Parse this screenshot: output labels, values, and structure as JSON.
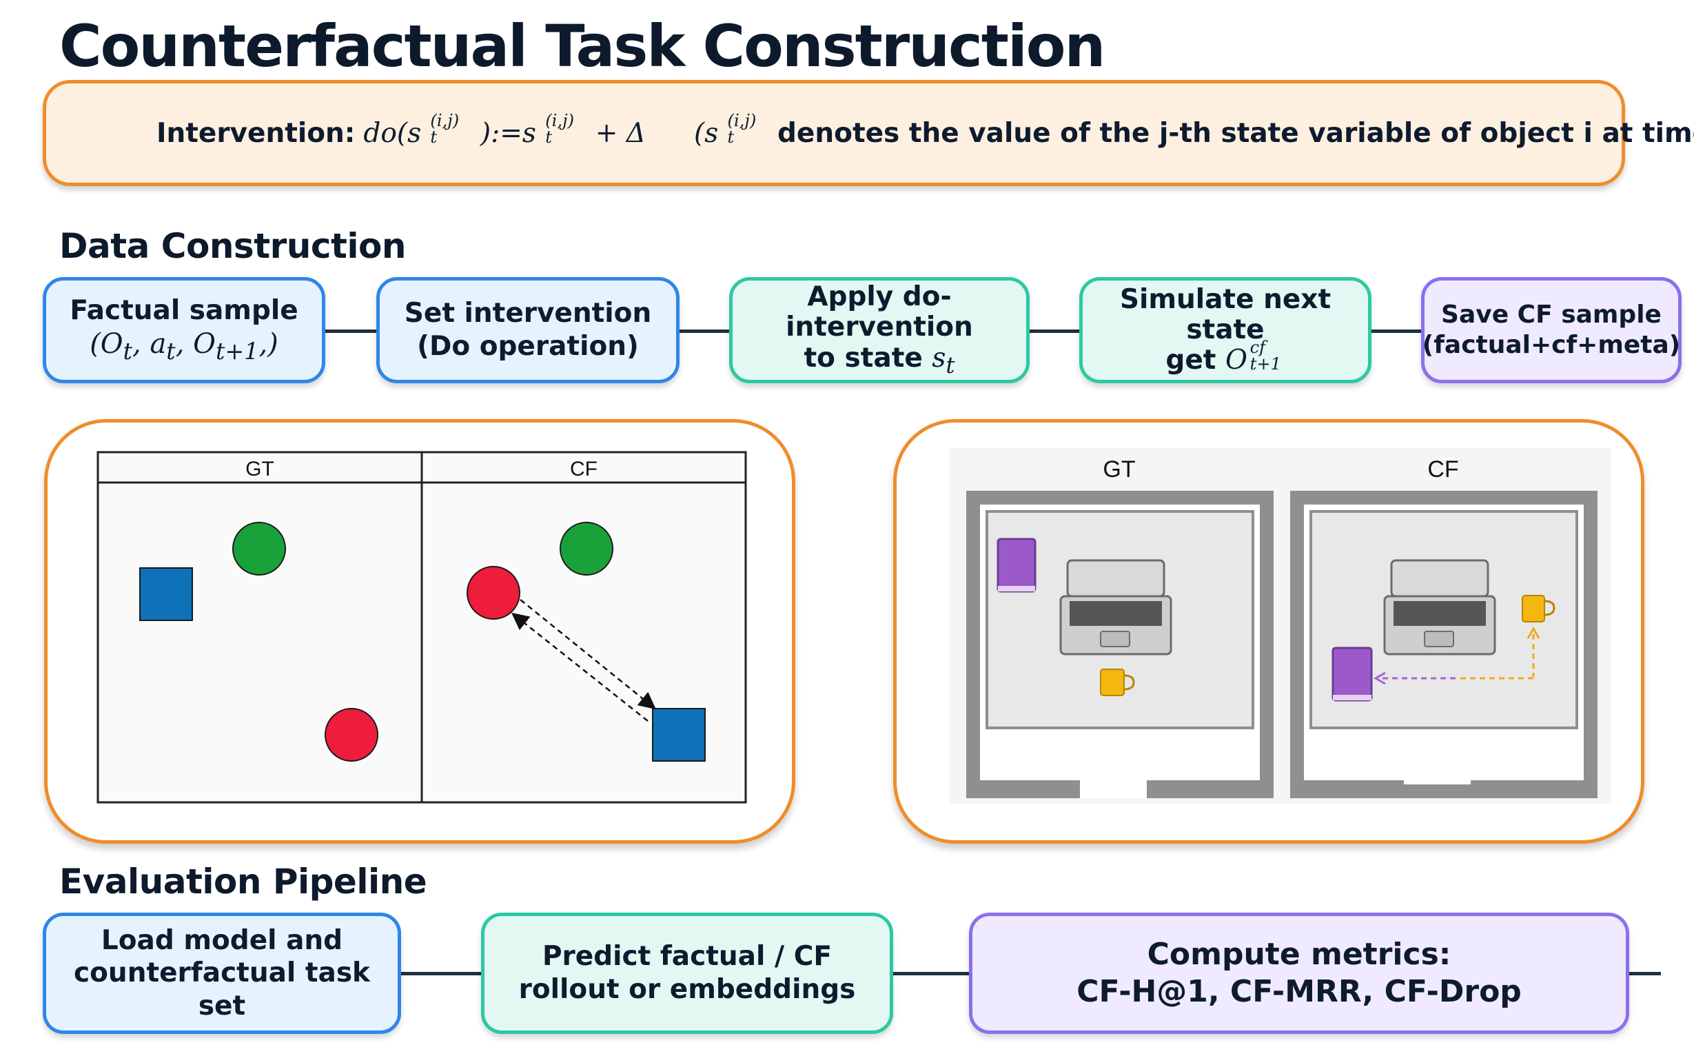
{
  "title": "Counterfactual Task Construction",
  "intervention": {
    "label": "Intervention:",
    "formula_do": "do(s",
    "formula_super": "(i,j)",
    "formula_sub": "t",
    "formula_mid": "):=s",
    "formula_tail": "+ Δ",
    "note_open": "(s",
    "note_text": "denotes the value of the j-th state variable of object i at time t.)"
  },
  "data_construction": {
    "heading": "Data Construction",
    "steps": [
      {
        "line1": "Factual sample",
        "line2": "(O_t, a_t, O_{t+1},)"
      },
      {
        "line1": "Set intervention",
        "line2": "(Do operation)"
      },
      {
        "line1": "Apply do-",
        "line2": "intervention",
        "line3": "to state s_t"
      },
      {
        "line1": "Simulate next",
        "line2": "state",
        "line3": "get O^{cf}_{t+1}"
      },
      {
        "line1": "Save CF sample",
        "line2": "(factual+cf+meta)"
      }
    ]
  },
  "panels": {
    "left": {
      "label_gt": "GT",
      "label_cf": "CF"
    },
    "right": {
      "label_gt": "GT",
      "label_cf": "CF"
    }
  },
  "evaluation": {
    "heading": "Evaluation Pipeline",
    "steps": [
      {
        "line1": "Load model and",
        "line2": "counterfactual task set"
      },
      {
        "line1": "Predict factual / CF",
        "line2": "rollout or embeddings"
      },
      {
        "line1": "Compute metrics:",
        "line2": "CF-H@1, CF-MRR, CF-Drop"
      }
    ]
  },
  "colors": {
    "orange": "#f08c2a",
    "blue": "#2f86ea",
    "green": "#2cc9a2",
    "purple": "#8b6ff0",
    "square": "#0f72b8",
    "circle_green": "#1aa23a",
    "circle_red": "#ee1d3c"
  }
}
